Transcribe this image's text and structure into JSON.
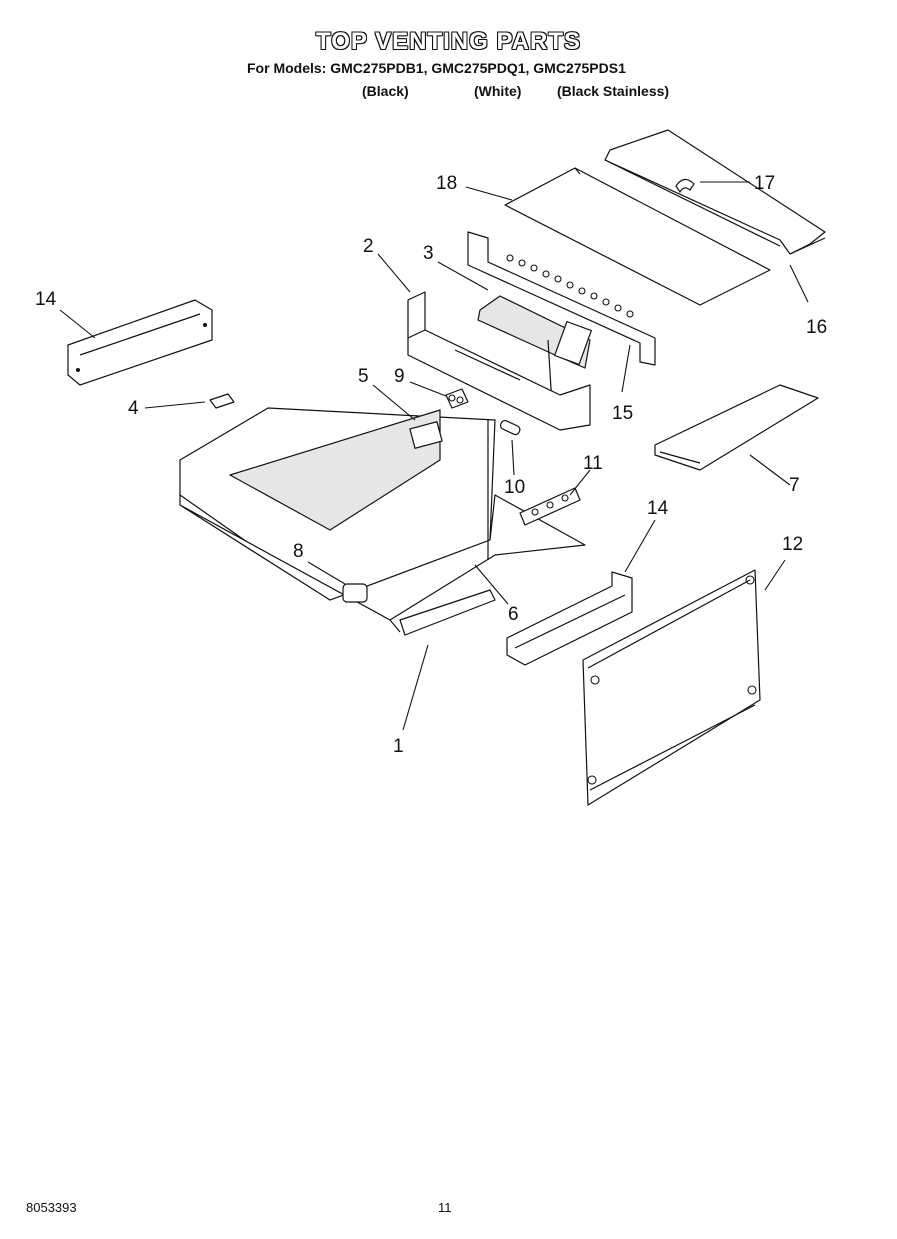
{
  "header": {
    "title": "TOP VENTING PARTS",
    "models_line": "For Models: GMC275PDB1, GMC275PDQ1, GMC275PDS1",
    "variants": [
      "(Black)",
      "(White)",
      "(Black Stainless)"
    ]
  },
  "callouts": [
    "1",
    "2",
    "3",
    "4",
    "5",
    "6",
    "7",
    "8",
    "9",
    "10",
    "11",
    "12",
    "14",
    "14",
    "15",
    "16",
    "17",
    "18"
  ],
  "footer": {
    "doc_number": "8053393",
    "page": "11"
  }
}
